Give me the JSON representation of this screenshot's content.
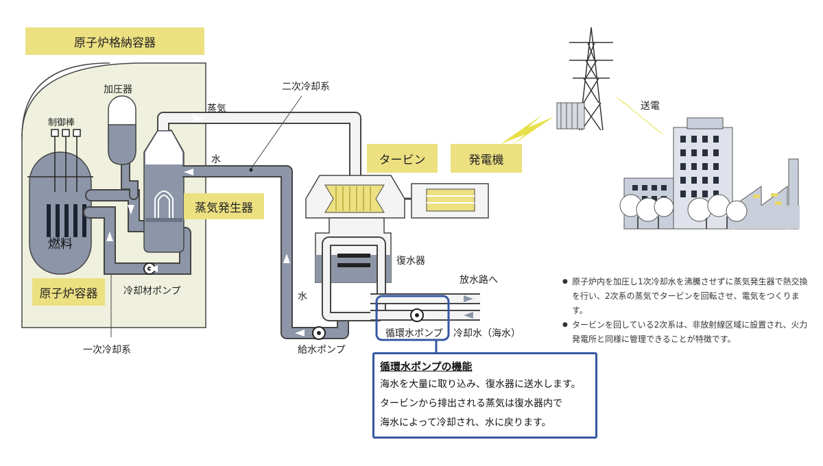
{
  "labels": {
    "containment": "原子炉格納容器",
    "pressurizer": "加圧器",
    "control_rods": "制御棒",
    "fuel": "燃料",
    "reactor_vessel": "原子炉容器",
    "steam": "蒸気",
    "water_top": "水",
    "secondary_cooling": "二次冷却系",
    "steam_generator": "蒸気発生器",
    "coolant_pump": "冷却材ポンプ",
    "primary_cooling": "一次冷却系",
    "water_mid": "水",
    "feed_pump": "給水ポンプ",
    "turbine": "タービン",
    "generator": "発電機",
    "condenser": "復水器",
    "to_discharge": "放水路へ",
    "circ_pump": "循環水ポンプ",
    "cooling_water": "冷却水（海水）",
    "transmission": "送電"
  },
  "notes": [
    "原子炉内を加圧し1次冷却水を沸騰させずに蒸気発生器で熱交換を行い、2次系の蒸気でタービンを回転させ、電気をつくります。",
    "タービンを回している2次系は、非放射線区域に設置され、火力発電所と同様に管理できることが特徴です。"
  ],
  "popup": {
    "title": "循環水ポンプの機能",
    "lines": [
      "海水を大量に取り込み、復水器に送水します。",
      "タービンから排出される蒸気は復水器内で",
      "海水によって冷却され、水に戻ります。"
    ]
  },
  "colors": {
    "label_bg": "#ece081",
    "containment_fill": "#eff0dd",
    "pipe": "#8a93a3",
    "highlight": "#3557a2",
    "spark": "#e8e04a"
  }
}
